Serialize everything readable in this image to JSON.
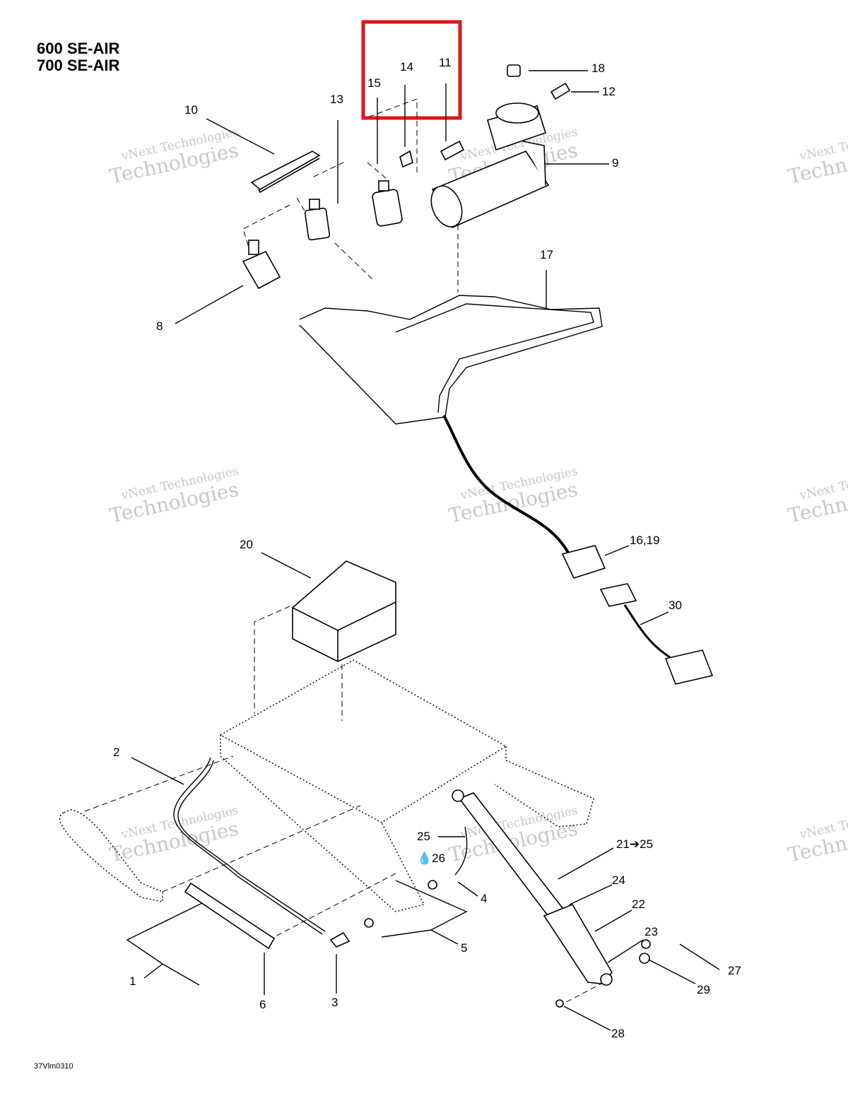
{
  "titles": [
    "600 SE-AIR",
    "700 SE-AIR"
  ],
  "footer_code": "37Vlm0310",
  "watermark": {
    "line1": "vNext Technologies",
    "line2": "Technologies",
    "logo": "vNext"
  },
  "highlight_color": "#e0141c",
  "refs": {
    "r1": "1",
    "r2": "2",
    "r3": "3",
    "r4": "4",
    "r5": "5",
    "r6": "6",
    "r8": "8",
    "r9": "9",
    "r10": "10",
    "r11": "11",
    "r12": "12",
    "r13": "13",
    "r14": "14",
    "r15": "15",
    "r16_19": "16,19",
    "r17": "17",
    "r18": "18",
    "r20": "20",
    "r21_25": "21➔25",
    "r22": "22",
    "r23": "23",
    "r24": "24",
    "r25": "25",
    "r26": "26",
    "r27": "27",
    "r28": "28",
    "r29": "29",
    "r30": "30"
  }
}
